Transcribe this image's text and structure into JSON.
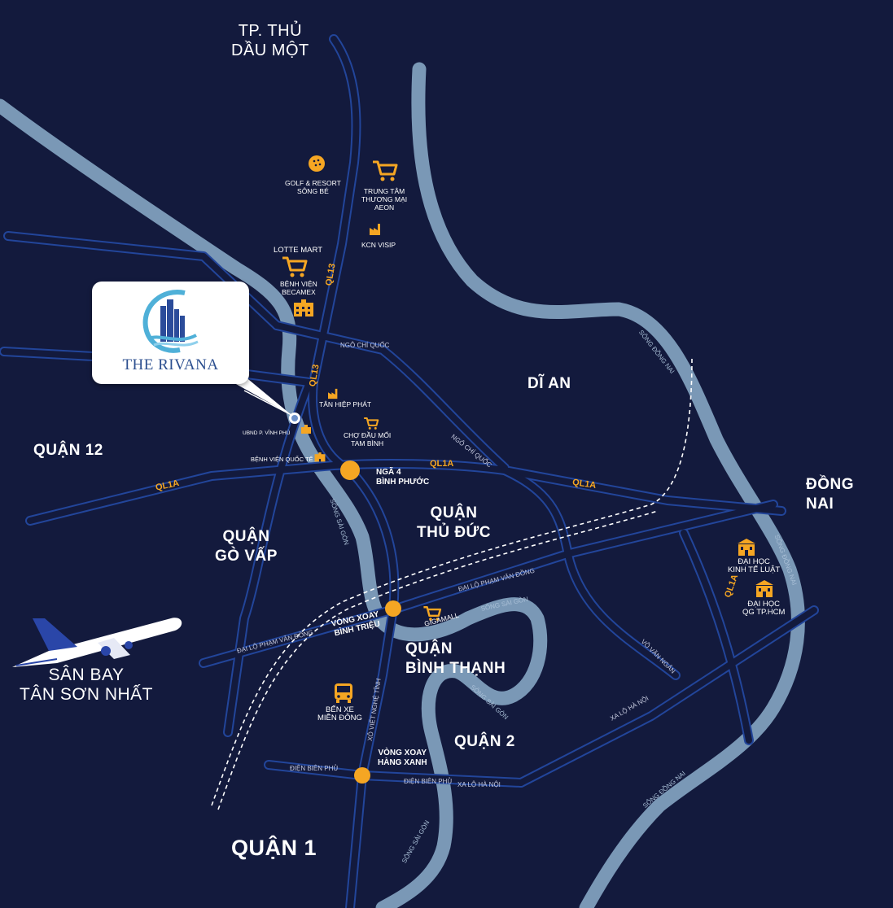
{
  "colors": {
    "background": "#131a3d",
    "road": "#22459a",
    "river": "#7a98b6",
    "accent": "#f5a623",
    "label": "#ffffff"
  },
  "districts": {
    "thu_dau_mot": [
      "TP. THỦ",
      "DẦU MỘT"
    ],
    "di_an": "DĨ AN",
    "quan_12": "QUẬN 12",
    "dong_nai": [
      "ĐỒNG",
      "NAI"
    ],
    "go_vap": [
      "QUẬN",
      "GÒ VẤP"
    ],
    "thu_duc": [
      "QUẬN",
      "THỦ ĐỨC"
    ],
    "binh_thanh": [
      "QUẬN",
      "BÌNH THẠNH"
    ],
    "quan_2": "QUẬN 2",
    "quan_1": "QUẬN 1",
    "airport": [
      "SÂN BAY",
      "TÂN SƠN NHẤT"
    ]
  },
  "project": {
    "name": "THE RIVANA",
    "logo_icon": "rivana-logo-icon"
  },
  "pois": {
    "golf": [
      "GOLF & RESORT",
      "SÔNG BÉ"
    ],
    "aeon": [
      "TRUNG TÂM",
      "THƯƠNG MẠI",
      "AEON"
    ],
    "visip": "KCN VISIP",
    "lotte": "LOTTE MART",
    "becamex": [
      "BỆNH VIỆN",
      "BECAMEX"
    ],
    "tan_hiep_phat": "TÂN HIỆP PHÁT",
    "ubnd": "UBND P. VĨNH PHÚ",
    "cho_dau_moi": [
      "CHỢ ĐẦU MỐI",
      "TAM BÌNH"
    ],
    "bv_quoc_te": "BỆNH VIỆN QUỐC TẾ",
    "nga4": [
      "NGÃ 4",
      "BÌNH PHƯỚC"
    ],
    "gigamall": "GIGAMALL",
    "vong_xoay_binh_trieu": [
      "VÒNG XOAY",
      "BÌNH TRIỆU"
    ],
    "ben_xe": [
      "BẾN XE",
      "MIỀN ĐÔNG"
    ],
    "vong_xoay_hang_xanh": [
      "VÒNG XOAY",
      "HÀNG XANH"
    ],
    "dh_kinh_te_luat": [
      "ĐẠI HỌC",
      "KINH TẾ LUẬT"
    ],
    "dh_qg": [
      "ĐẠI HỌC",
      "QG TP.HCM"
    ]
  },
  "roads": {
    "ql13": "QL13",
    "ql1a": "QL1A",
    "ngo_chi_quoc": "NGÔ CHÍ QUỐC",
    "dai_lo_pham_van_dong": "ĐẠI LỘ PHẠM VĂN ĐỒNG",
    "xo_viet_nghe_tinh": "XÔ VIẾT NGHỆ TĨNH",
    "dien_bien_phu": "ĐIỆN BIÊN PHỦ",
    "xa_lo_ha_noi": "XA LỘ HÀ NỘI",
    "vo_van_ngan": "VÕ VĂN NGÂN"
  },
  "rivers": {
    "song_sai_gon": "SÔNG SÀI GÒN",
    "song_dong_nai": "SÔNG ĐỒNG NAI"
  }
}
